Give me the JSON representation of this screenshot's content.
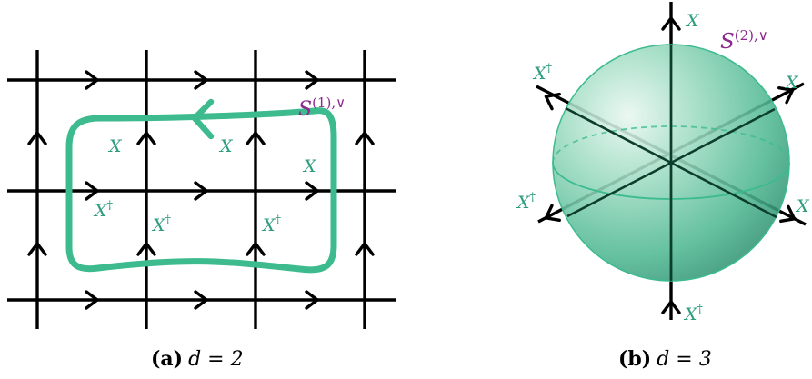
{
  "panel_a": {
    "loop_label_base": "S",
    "loop_label_sup": "(1),∨",
    "x_label": "X",
    "xdag_base": "X",
    "xdag_sup": "†",
    "caption_tag": "(a)",
    "caption_text": "d = 2"
  },
  "panel_b": {
    "surface_label_base": "S",
    "surface_label_sup": "(2),∨",
    "x_label": "X",
    "xdag_base": "X",
    "xdag_sup": "†",
    "caption_tag": "(b)",
    "caption_text": "d = 3"
  },
  "colors": {
    "loop": "#3dbb8f",
    "label_teal": "#2e9c7e",
    "label_purple": "#8a2a8a",
    "lines": "#000000"
  }
}
